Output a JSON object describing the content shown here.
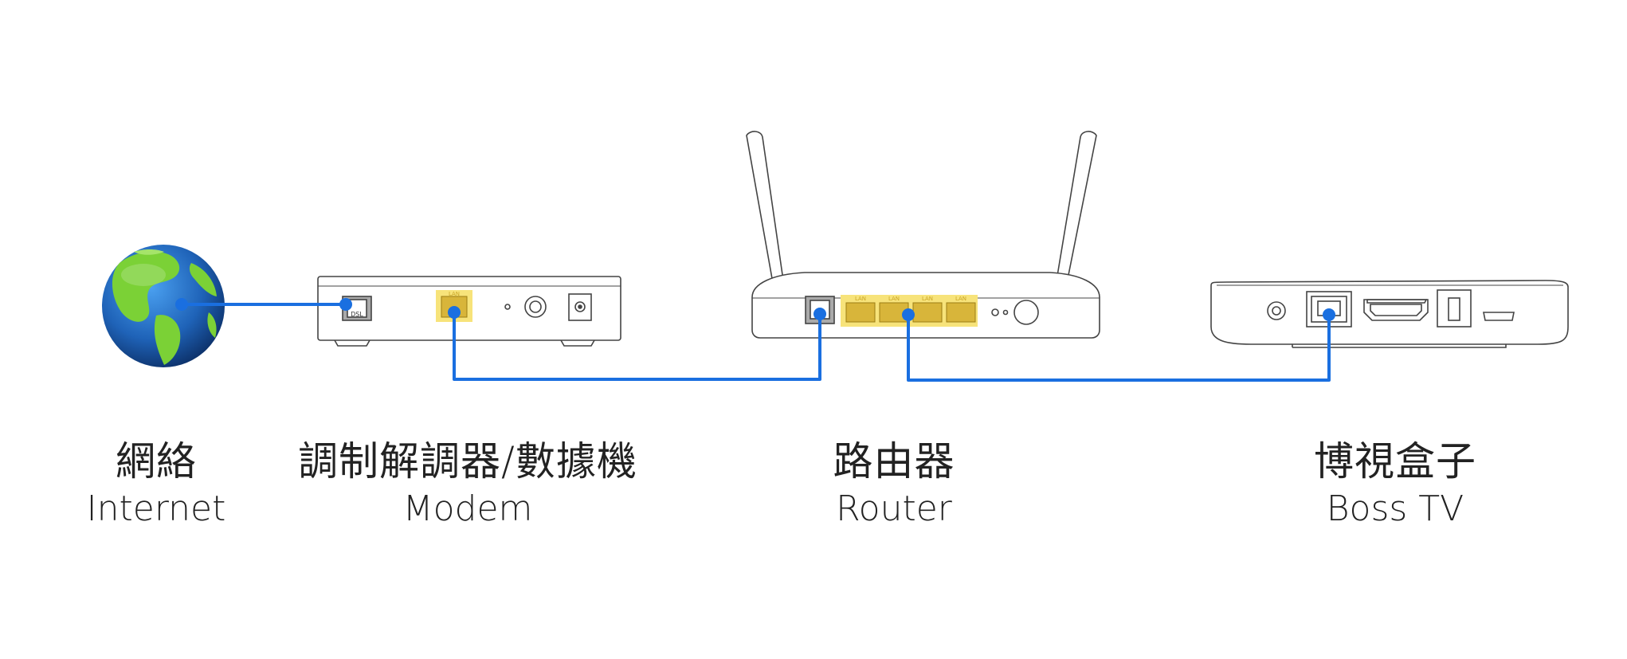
{
  "colors": {
    "cable": "#1a6fe0",
    "lan_highlight": "#f7e37a",
    "lan_port": "#c9a526",
    "device_stroke": "#444444",
    "globe_ocean": "#1f63b8",
    "globe_land": "#7bd136"
  },
  "nodes": [
    {
      "id": "internet",
      "zh": "網絡",
      "en": "Internet",
      "icon": "globe-icon"
    },
    {
      "id": "modem",
      "zh": "調制解調器/數據機",
      "en": "Modem",
      "icon": "modem-icon"
    },
    {
      "id": "router",
      "zh": "路由器",
      "en": "Router",
      "icon": "router-icon"
    },
    {
      "id": "tvbox",
      "zh": "博視盒子",
      "en": "Boss TV",
      "icon": "tv-box-icon"
    }
  ],
  "ports": {
    "dsl": "DSL",
    "lan": "LAN"
  },
  "connections": [
    {
      "from": "internet",
      "to": "modem.dsl"
    },
    {
      "from": "modem.lan",
      "to": "router.dsl"
    },
    {
      "from": "router.lan",
      "to": "tvbox.ethernet"
    }
  ]
}
